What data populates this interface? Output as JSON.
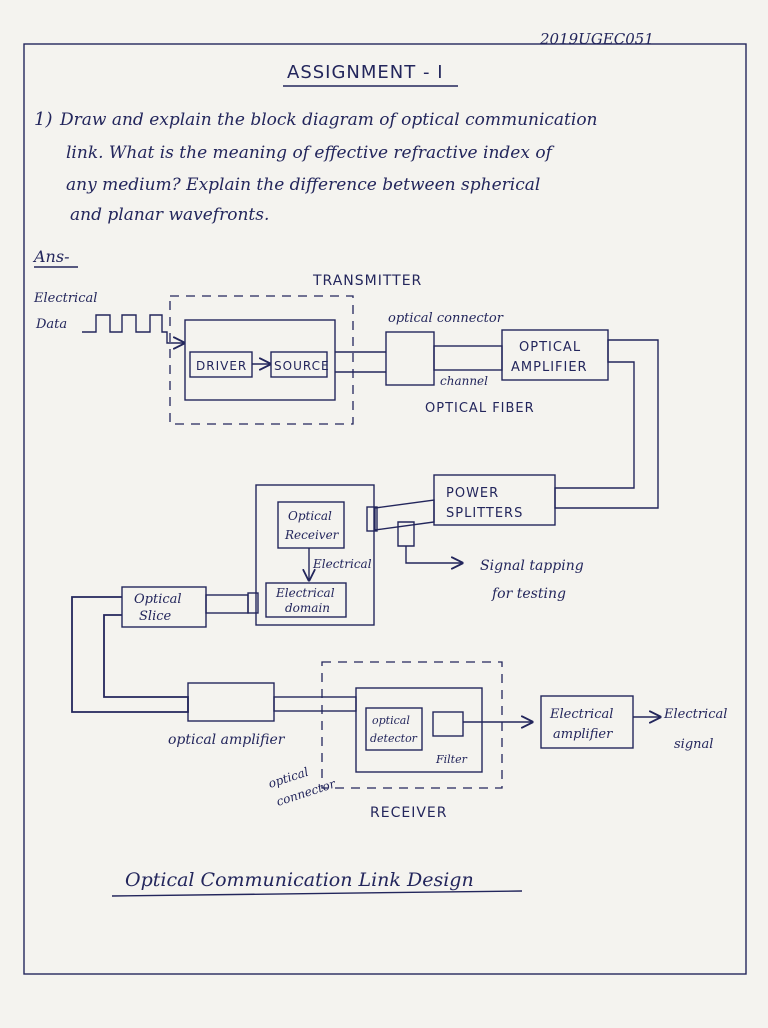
{
  "page": {
    "roll_no": "2019UGEC051",
    "title": "ASSIGNMENT - I",
    "question_number": "1)",
    "question_lines": [
      "Draw and explain the block diagram of optical communication",
      "link. What is the meaning of effective refractive index of",
      "any medium? Explain the difference between spherical",
      "and planar wavefronts."
    ],
    "answer_label": "Ans-",
    "caption": "Optical Communication Link Design"
  },
  "diagram": {
    "transmitter_label": "TRANSMITTER",
    "electrical_data": [
      "Electrical",
      "Data"
    ],
    "driver": "DRIVER",
    "source": "SOURCE",
    "optical_connector_top": "optical connector",
    "channel": "channel",
    "optical_fiber": "OPTICAL FIBER",
    "optical_amplifier_top": [
      "OPTICAL",
      "AMPLIFIER"
    ],
    "power_splitters": [
      "POWER",
      "SPLITTERS"
    ],
    "optical_receiver": [
      "Optical",
      "Receiver"
    ],
    "electrical_arrow": "Electrical",
    "electrical_domain": [
      "Electrical",
      "domain"
    ],
    "signal_tapping": [
      "Signal tapping",
      "for testing"
    ],
    "optical_slice": [
      "Optical",
      "Slice"
    ],
    "optical_amplifier_bottom": "optical amplifier",
    "optical_detector": [
      "optical",
      "detector"
    ],
    "filter": "Filter",
    "optical_connector_bottom": [
      "optical",
      "connector"
    ],
    "receiver_label": "RECEIVER",
    "electrical_amplifier": [
      "Electrical",
      "amplifier"
    ],
    "electrical_signal": [
      "Electrical",
      "signal"
    ]
  }
}
